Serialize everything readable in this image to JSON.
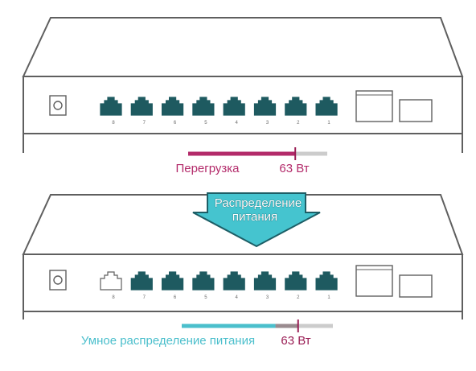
{
  "colors": {
    "outline": "#5f5f5f",
    "port": "#1e5a60",
    "overload": "#b32a6a",
    "smart": "#4bbfcc",
    "track": "#cccccc",
    "marker": "#9a1e55",
    "smart_overlap": "#9a8b8f",
    "arrow_fill": "#45c4cf",
    "arrow_stroke": "#1d5e66"
  },
  "switch_top": {
    "ports": [
      {
        "label": "8",
        "active": true
      },
      {
        "label": "7",
        "active": true
      },
      {
        "label": "6",
        "active": true
      },
      {
        "label": "5",
        "active": true
      },
      {
        "label": "4",
        "active": true
      },
      {
        "label": "3",
        "active": true
      },
      {
        "label": "2",
        "active": true
      },
      {
        "label": "1",
        "active": true
      }
    ]
  },
  "bar_top": {
    "label": "Перегрузка",
    "value_label": "63 Вт",
    "fill_fraction": 0.77,
    "marker_fraction": 0.77
  },
  "arrow": {
    "line1": "Распределение",
    "line2": "питания"
  },
  "switch_bottom": {
    "ports": [
      {
        "label": "8",
        "active": false
      },
      {
        "label": "7",
        "active": true
      },
      {
        "label": "6",
        "active": true
      },
      {
        "label": "5",
        "active": true
      },
      {
        "label": "4",
        "active": true
      },
      {
        "label": "3",
        "active": true
      },
      {
        "label": "2",
        "active": true
      },
      {
        "label": "1",
        "active": true
      }
    ]
  },
  "bar_bottom": {
    "label": "Умное распределение питания",
    "value_label": "63 Вт",
    "fill_fraction": 0.62,
    "marker_fraction": 0.77
  }
}
